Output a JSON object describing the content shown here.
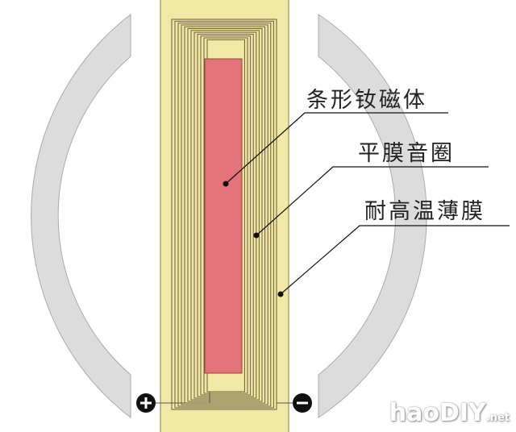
{
  "labels": {
    "magnet": "条形钕磁体",
    "coil": "平膜音圈",
    "film": "耐高温薄膜"
  },
  "terminals": {
    "positive": "+",
    "negative": "−"
  },
  "watermark": {
    "main": "haoDIY",
    "suffix": ".net"
  },
  "colors": {
    "arc": "#dcdcdc",
    "film": "#f2e8a6",
    "magnet": "#e4737c",
    "coil_line": "#6b5a3a",
    "terminal": "#111111"
  },
  "coil_turns": 12
}
